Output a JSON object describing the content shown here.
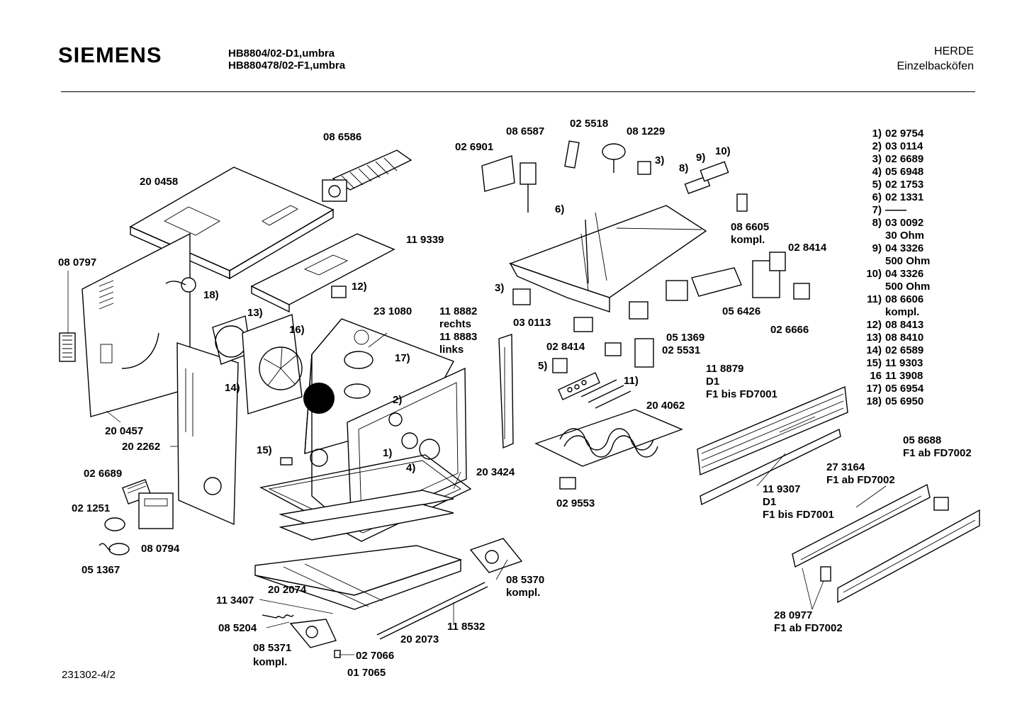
{
  "header": {
    "brand": "SIEMENS",
    "model_line_1": "HB8804/02-D1,umbra",
    "model_line_2": "HB880478/02-F1,umbra",
    "category_line_1": "HERDE",
    "category_line_2": "Einzelbacköfen"
  },
  "footer": {
    "drawing_number": "231302-4/2"
  },
  "part_labels": [
    {
      "id": "086586",
      "text": "08 6586"
    },
    {
      "id": "200458",
      "text": "20 0458"
    },
    {
      "id": "119339",
      "text": "11 9339"
    },
    {
      "id": "080797",
      "text": "08 0797"
    },
    {
      "id": "c18",
      "text": "18)"
    },
    {
      "id": "c12",
      "text": "12)"
    },
    {
      "id": "c13",
      "text": "13)"
    },
    {
      "id": "c16",
      "text": "16)"
    },
    {
      "id": "c14",
      "text": "14)"
    },
    {
      "id": "231080",
      "text": "23 1080"
    },
    {
      "id": "c17",
      "text": "17)"
    },
    {
      "id": "200457",
      "text": "20 0457"
    },
    {
      "id": "202262",
      "text": "20 2262"
    },
    {
      "id": "c15",
      "text": "15)"
    },
    {
      "id": "c2",
      "text": "2)"
    },
    {
      "id": "c1",
      "text": "1)"
    },
    {
      "id": "c4",
      "text": "4)"
    },
    {
      "id": "026689",
      "text": "02 6689"
    },
    {
      "id": "021251",
      "text": "02 1251"
    },
    {
      "id": "080794",
      "text": "08 0794"
    },
    {
      "id": "051367",
      "text": "05 1367"
    },
    {
      "id": "203424",
      "text": "20 3424"
    },
    {
      "id": "085370",
      "text": "08 5370"
    },
    {
      "id": "085370k",
      "text": "kompl."
    },
    {
      "id": "113407",
      "text": "11 3407"
    },
    {
      "id": "202074",
      "text": "20 2074"
    },
    {
      "id": "085204",
      "text": "08 5204"
    },
    {
      "id": "118532",
      "text": "11 8532"
    },
    {
      "id": "202073",
      "text": "20 2073"
    },
    {
      "id": "085371",
      "text": "08 5371"
    },
    {
      "id": "085371k",
      "text": "kompl."
    },
    {
      "id": "027066",
      "text": "02 7066"
    },
    {
      "id": "017065",
      "text": "01 7065"
    },
    {
      "id": "026901",
      "text": "02 6901"
    },
    {
      "id": "086587",
      "text": "08 6587"
    },
    {
      "id": "025518",
      "text": "02 5518"
    },
    {
      "id": "081229",
      "text": "08 1229"
    },
    {
      "id": "c3a",
      "text": "3)"
    },
    {
      "id": "c9",
      "text": "9)"
    },
    {
      "id": "c10",
      "text": "10)"
    },
    {
      "id": "c8",
      "text": "8)"
    },
    {
      "id": "c6",
      "text": "6)"
    },
    {
      "id": "086605",
      "text": "08 6605"
    },
    {
      "id": "086605k",
      "text": "kompl."
    },
    {
      "id": "028414a",
      "text": "02 8414"
    },
    {
      "id": "c3b",
      "text": "3)"
    },
    {
      "id": "118882",
      "text": "11 8882"
    },
    {
      "id": "rechts",
      "text": "rechts"
    },
    {
      "id": "118883",
      "text": "11 8883"
    },
    {
      "id": "links",
      "text": "links"
    },
    {
      "id": "030113",
      "text": "03 0113"
    },
    {
      "id": "056426",
      "text": "05 6426"
    },
    {
      "id": "026666",
      "text": "02 6666"
    },
    {
      "id": "051369",
      "text": "05 1369"
    },
    {
      "id": "028414b",
      "text": "02 8414"
    },
    {
      "id": "025531",
      "text": "02 5531"
    },
    {
      "id": "c5",
      "text": "5)"
    },
    {
      "id": "c11",
      "text": "11)"
    },
    {
      "id": "204062",
      "text": "20 4062"
    },
    {
      "id": "029553",
      "text": "02 9553"
    },
    {
      "id": "118879",
      "text": "11 8879"
    },
    {
      "id": "118879d1",
      "text": "D1"
    },
    {
      "id": "118879f1",
      "text": "F1 bis FD7001"
    },
    {
      "id": "119307",
      "text": "11 9307"
    },
    {
      "id": "119307d1",
      "text": "D1"
    },
    {
      "id": "119307f1",
      "text": "F1 bis FD7001"
    },
    {
      "id": "273164",
      "text": "27 3164"
    },
    {
      "id": "273164f1",
      "text": "F1 ab FD7002"
    },
    {
      "id": "058688",
      "text": "05 8688"
    },
    {
      "id": "058688f1",
      "text": "F1 ab FD7002"
    },
    {
      "id": "280977",
      "text": "28 0977"
    },
    {
      "id": "280977f1",
      "text": "F1 ab FD7002"
    }
  ],
  "legend": [
    {
      "key": "1)",
      "value": "02 9754"
    },
    {
      "key": "2)",
      "value": "03 0114"
    },
    {
      "key": "3)",
      "value": "02 6689"
    },
    {
      "key": "4)",
      "value": "05 6948"
    },
    {
      "key": "5)",
      "value": "02 1753"
    },
    {
      "key": "6)",
      "value": "02 1331"
    },
    {
      "key": "7)",
      "value": "——"
    },
    {
      "key": "8)",
      "value": "03 0092"
    },
    {
      "key": "",
      "value": "30 Ohm"
    },
    {
      "key": "9)",
      "value": "04 3326"
    },
    {
      "key": "",
      "value": "500 Ohm"
    },
    {
      "key": "10)",
      "value": "04 3326"
    },
    {
      "key": "",
      "value": "500 Ohm"
    },
    {
      "key": "11)",
      "value": "08 6606"
    },
    {
      "key": "",
      "value": "kompl."
    },
    {
      "key": "12)",
      "value": "08 8413"
    },
    {
      "key": "13)",
      "value": "08 8410"
    },
    {
      "key": "14)",
      "value": "02 6589"
    },
    {
      "key": "15)",
      "value": "11 9303"
    },
    {
      "key": "16",
      "value": "11 3908"
    },
    {
      "key": "17)",
      "value": "05 6954"
    },
    {
      "key": "18)",
      "value": "05 6950"
    }
  ]
}
